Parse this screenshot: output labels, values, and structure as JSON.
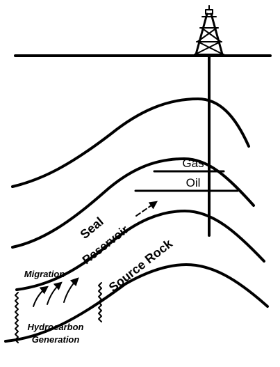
{
  "labels": {
    "gas": "Gas",
    "oil": "Oil",
    "seal": "Seal",
    "reservoir": "Reservoir",
    "source_rock": "Source Rock",
    "migration": "Migration",
    "hydrocarbon": "Hydrocarbon",
    "generation": "Generation"
  },
  "colors": {
    "ink": "#000000",
    "background": "#ffffff"
  },
  "icons": [
    "oil-derrick-icon",
    "migration-arrow-icon",
    "reservoir-arrow-icon"
  ]
}
